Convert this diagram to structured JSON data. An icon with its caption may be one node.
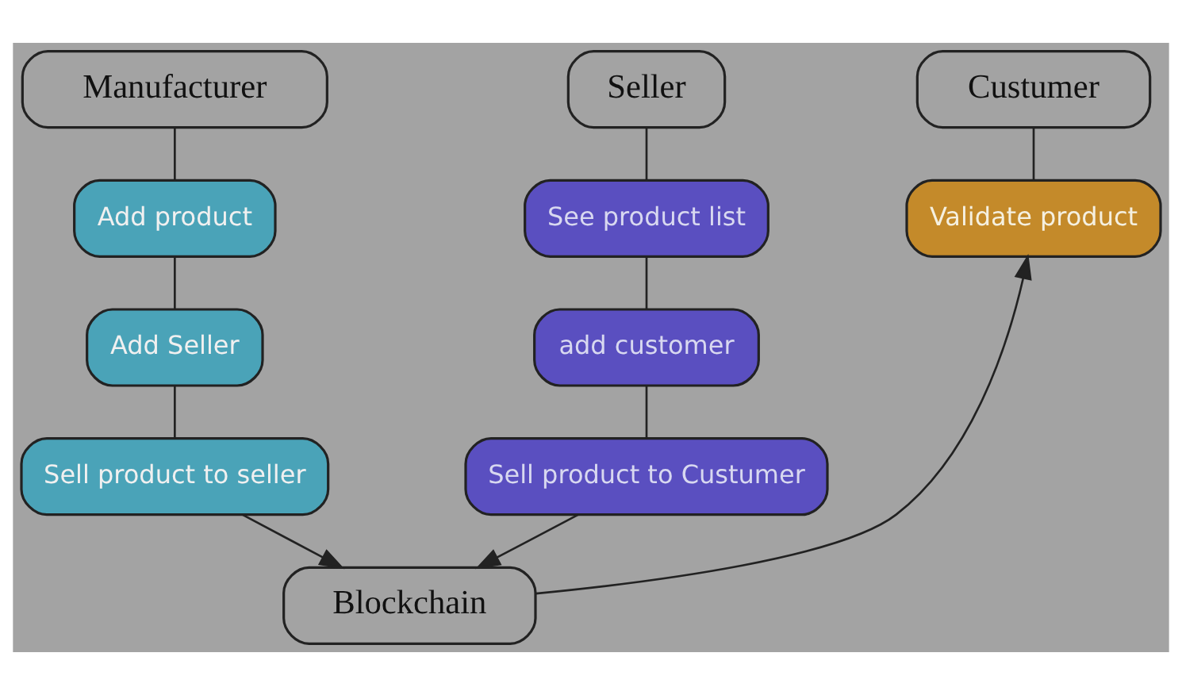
{
  "diagram": {
    "nodes": [
      {
        "text": [
          "Manufacturer"
        ]
      },
      {
        "text": [
          "Add product"
        ]
      },
      {
        "text": [
          "Add Seller"
        ]
      },
      {
        "text": [
          "Sell product to seller"
        ]
      },
      {
        "text": [
          "Seller"
        ]
      },
      {
        "text": [
          "See product list"
        ]
      },
      {
        "text": [
          "add customer"
        ]
      },
      {
        "text": [
          "Sell product to Custumer"
        ]
      },
      {
        "text": [
          "Custumer"
        ]
      },
      {
        "text": [
          "Validate product"
        ]
      },
      {
        "text": [
          "Blockchain"
        ]
      }
    ],
    "edges": [
      {
        "from": 0,
        "to": 1,
        "arrow": "none"
      },
      {
        "from": 1,
        "to": 2,
        "arrow": "none"
      },
      {
        "from": 2,
        "to": 3,
        "arrow": "none"
      },
      {
        "from": 3,
        "to": 10,
        "arrow": "to"
      },
      {
        "from": 4,
        "to": 5,
        "arrow": "none"
      },
      {
        "from": 5,
        "to": 6,
        "arrow": "none"
      },
      {
        "from": 6,
        "to": 7,
        "arrow": "none"
      },
      {
        "from": 7,
        "to": 10,
        "arrow": "to"
      },
      {
        "from": 8,
        "to": 9,
        "arrow": "none"
      },
      {
        "from": 10,
        "to": 9,
        "arrow": "to"
      }
    ]
  }
}
